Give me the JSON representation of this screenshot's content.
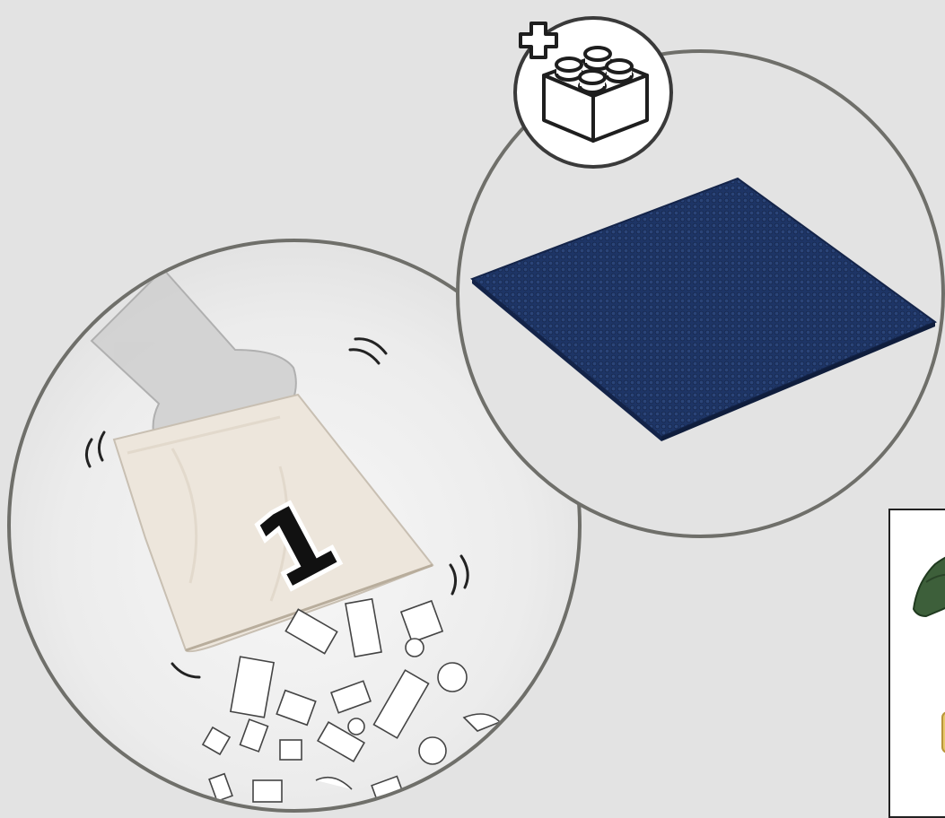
{
  "step": {
    "bag_number": "1"
  },
  "colors": {
    "background": "#e3e3e3",
    "circle_border": "#6f6f6a",
    "baseplate": "#1e3566",
    "baseplate_stud": "#2a4478",
    "bag": "#ede6dc",
    "hand": "#c9c9c9",
    "part_green": "#3d5f3a",
    "part_tan": "#e8c86a"
  },
  "icons": {
    "add_badge": "plus-brick-icon",
    "baseplate": "blue-baseplate",
    "bag": "open-parts-bag",
    "hand": "hand-icon"
  }
}
